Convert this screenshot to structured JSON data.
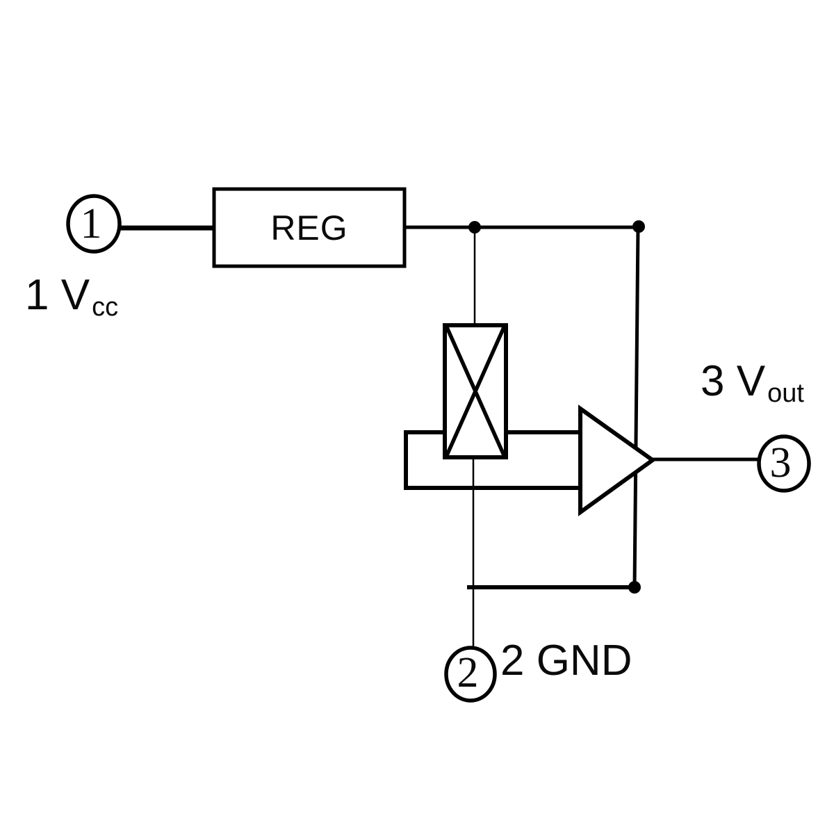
{
  "reg": {
    "label": "REG"
  },
  "pins": {
    "pin1": {
      "number": "1",
      "label_main": "1 V",
      "label_sub": "cc"
    },
    "pin2": {
      "number": "2",
      "label": "2 GND"
    },
    "pin3": {
      "number": "3",
      "label_main": "3 V",
      "label_sub": "out"
    }
  },
  "colors": {
    "line": "#000000",
    "background": "#ffffff"
  }
}
